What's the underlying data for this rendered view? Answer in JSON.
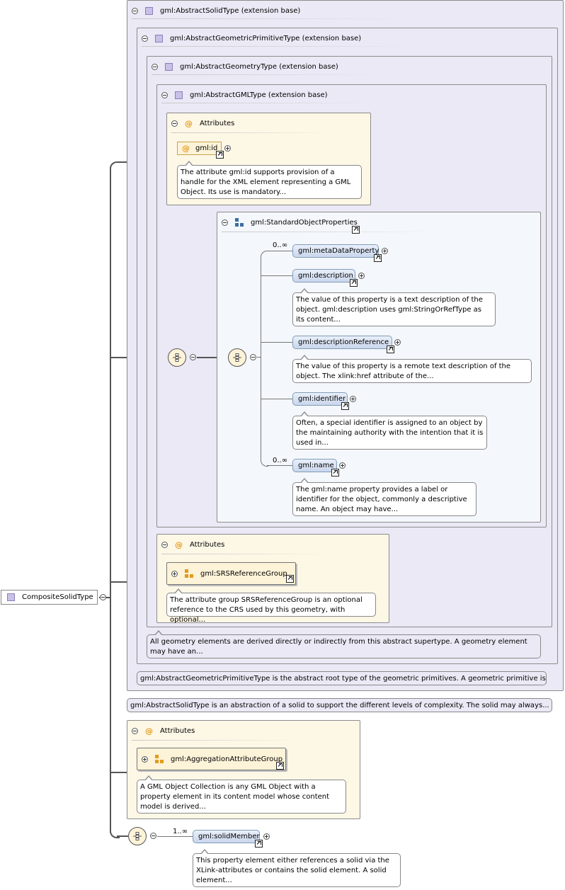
{
  "root": {
    "label": "CompositeSolidType"
  },
  "types": {
    "solid": "gml:AbstractSolidType (extension base)",
    "primitive": "gml:AbstractGeometricPrimitiveType (extension base)",
    "geometry": "gml:AbstractGeometryType (extension base)",
    "gml": "gml:AbstractGMLType (extension base)"
  },
  "attributes_label": "Attributes",
  "gml_attrs": {
    "id_label": "gml:id",
    "id_doc": "The attribute gml:id supports provision of a handle for the XML element representing a GML Object. Its use is mandatory..."
  },
  "standard_props": {
    "label": "gml:StandardObjectProperties",
    "items": [
      {
        "label": "gml:metaDataProperty",
        "card": "0..∞",
        "doc": ""
      },
      {
        "label": "gml:description",
        "card": "",
        "doc": "The value of this property is a text description of the object. gml:description uses gml:StringOrRefType as its content..."
      },
      {
        "label": "gml:descriptionReference",
        "card": "",
        "doc": "The value of this property is a remote text description of the object. The xlink:href attribute of the..."
      },
      {
        "label": "gml:identifier",
        "card": "",
        "doc": "Often, a special identifier is assigned to an object by the maintaining authority with the intention that it is used in..."
      },
      {
        "label": "gml:name",
        "card": "0..∞",
        "doc": "The gml:name property provides a label or identifier for the object, commonly a descriptive name. An object may have..."
      }
    ]
  },
  "srs": {
    "label": "gml:SRSReferenceGroup",
    "doc": "The attribute group SRSReferenceGroup is an optional reference to the CRS used by this geometry, with optional..."
  },
  "docs": {
    "geometry": "All geometry elements are derived directly or indirectly from this abstract supertype. A geometry element may have an...",
    "primitive": "gml:AbstractGeometricPrimitiveType is the abstract root type of the geometric primitives. A geometric primitive is a...",
    "solid": "gml:AbstractSolidType is an abstraction of a solid to support the different levels of complexity. The solid may always..."
  },
  "aggregation": {
    "label": "gml:AggregationAttributeGroup",
    "doc": "A GML Object Collection is any GML Object with a property element in its content model whose content model is derived..."
  },
  "solid_member": {
    "label": "gml:solidMember",
    "card": "1..∞",
    "doc": "This property element either references a solid via the XLink-attributes or contains the solid element. A solid element..."
  }
}
